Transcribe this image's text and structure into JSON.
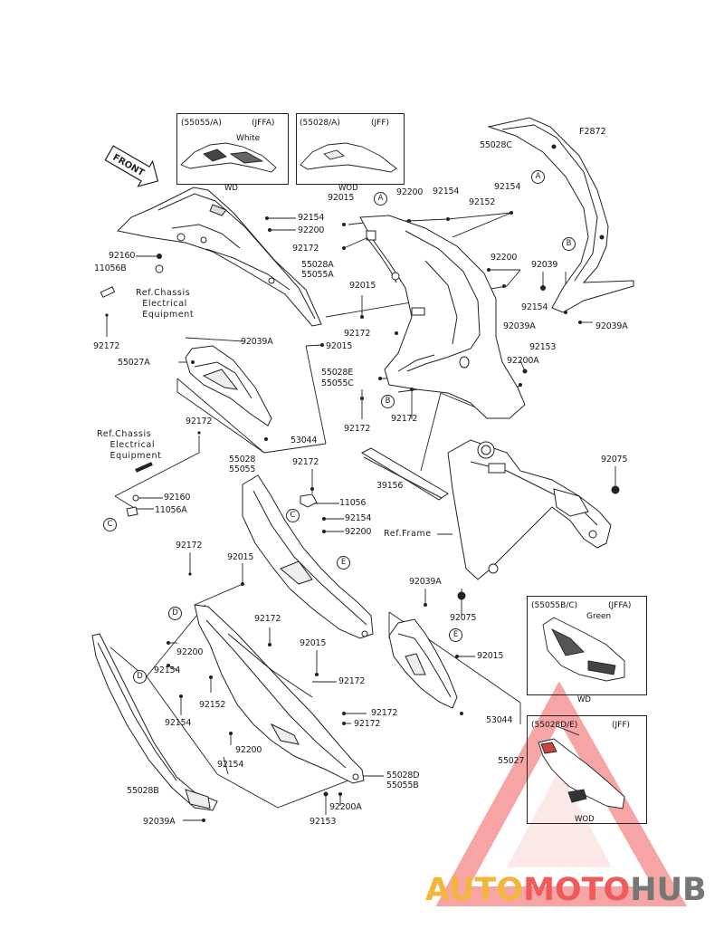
{
  "diagram_code": "F2872",
  "watermark": {
    "part1": "AUTO",
    "part2": "MOTO",
    "part3": "HUB",
    "colors": {
      "auto": "#f3b53a",
      "moto": "#ef5a5a",
      "hub": "#767676"
    }
  },
  "front_arrow": "FRONT",
  "insets": {
    "tl1": {
      "code": "(55055/A)",
      "cat": "(JFFA)",
      "color": "White",
      "caption": "WD"
    },
    "tl2": {
      "code": "(55028/A)",
      "cat": "(JFF)",
      "caption": "WOD"
    },
    "r1": {
      "code": "(55055B/C)",
      "cat": "(JFFA)",
      "color": "Green",
      "caption": "WD"
    },
    "r2": {
      "code": "(55028D/E)",
      "cat": "(JFF)",
      "caption": "WOD"
    }
  },
  "refs": {
    "ref1": "Ref.Chassis\n  Electrical\n  Equipment",
    "ref2": "Ref.Chassis\n    Electrical\n    Equipment",
    "frame": "Ref.Frame"
  },
  "labels": {
    "l55028C": "55028C",
    "l92200a": "92200",
    "l92154a": "92154",
    "l92154b": "92154",
    "l92015a": "92015",
    "l92152a": "92152",
    "l92154c": "92154",
    "l92200b": "92200",
    "l92172a": "92172",
    "l92160a": "92160",
    "l11056B": "11056B",
    "l55028A": "55028A",
    "l55055A": "55055A",
    "l92015b": "92015",
    "l92200c": "92200",
    "l92039a": "92039",
    "l92154d": "92154",
    "l92039A1": "92039A",
    "l92039A2": "92039A",
    "l92172b": "92172",
    "l92172c": "92172",
    "l92039A3": "92039A",
    "l92015c": "92015",
    "l55027A": "55027A",
    "l92153a": "92153",
    "l92200A1": "92200A",
    "l55028E": "55028E",
    "l55055C": "55055C",
    "l92172d": "92172",
    "l92172e": "92172",
    "l53044a": "53044",
    "l92172f": "92172",
    "l39156": "39156",
    "l92075a": "92075",
    "l55028": "55028",
    "l55055": "55055",
    "l92172g": "92172",
    "l11056": "11056",
    "l92160b": "92160",
    "l11056A": "11056A",
    "l92154e": "92154",
    "l92200d": "92200",
    "l92172h": "92172",
    "l92015d": "92015",
    "l92039A4": "92039A",
    "l92075b": "92075",
    "l92172i": "92172",
    "l92200e": "92200",
    "l92154f": "92154",
    "l92015e": "92015",
    "l92172j": "92172",
    "l92152b": "92152",
    "l92154g": "92154",
    "l92015f": "92015",
    "l53044b": "53044",
    "l92172k": "92172",
    "l92172l": "92172",
    "l92200f": "92200",
    "l92154h": "92154",
    "l55028D": "55028D",
    "l55055B": "55055B",
    "l55027": "55027",
    "l55028B": "55028B",
    "l92039A5": "92039A",
    "l92200A2": "92200A",
    "l92153b": "92153"
  },
  "callouts": {
    "c1": "A",
    "c2": "A",
    "c3": "B",
    "c4": "B",
    "c5": "C",
    "c6": "C",
    "c7": "D",
    "c8": "D",
    "c9": "E",
    "c10": "E"
  }
}
